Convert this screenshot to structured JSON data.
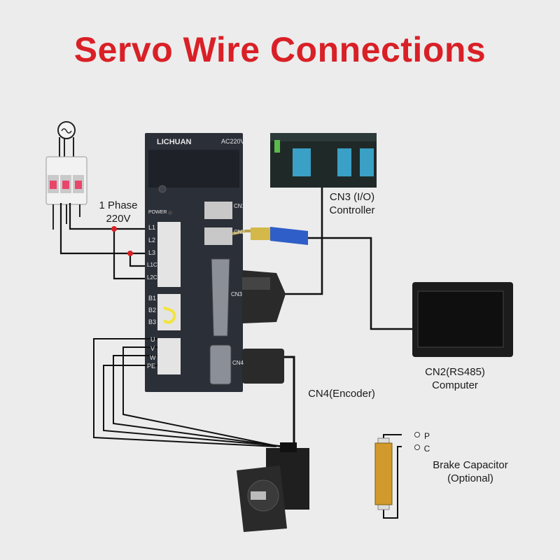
{
  "title": "Servo Wire Connections",
  "power_label_1": "1 Phase",
  "power_label_2": "220V",
  "brand": "LICHUAN",
  "model": "AC220V",
  "power_led": "POWER",
  "terminals_main": [
    "L1",
    "L2",
    "L3",
    "L1C",
    "L2C"
  ],
  "terminals_brake": [
    "B1",
    "B2",
    "B3"
  ],
  "terminals_motor": [
    "U",
    "V",
    "W",
    "PE"
  ],
  "ports": [
    "CN1",
    "CN2",
    "CN3",
    "CN4"
  ],
  "cn3_label_1": "CN3 (I/O)",
  "cn3_label_2": "Controller",
  "cn2_label_1": "CN2(RS485)",
  "cn2_label_2": "Computer",
  "cn4_label": "CN4(Encoder)",
  "cap_p": "P",
  "cap_c": "C",
  "cap_label_1": "Brake Capacitor",
  "cap_label_2": "(Optional)",
  "colors": {
    "title": "#d92027",
    "drive": "#2b2f38",
    "wire": "#111111",
    "junction": "#d92027",
    "cable": "#2f5ec8"
  }
}
